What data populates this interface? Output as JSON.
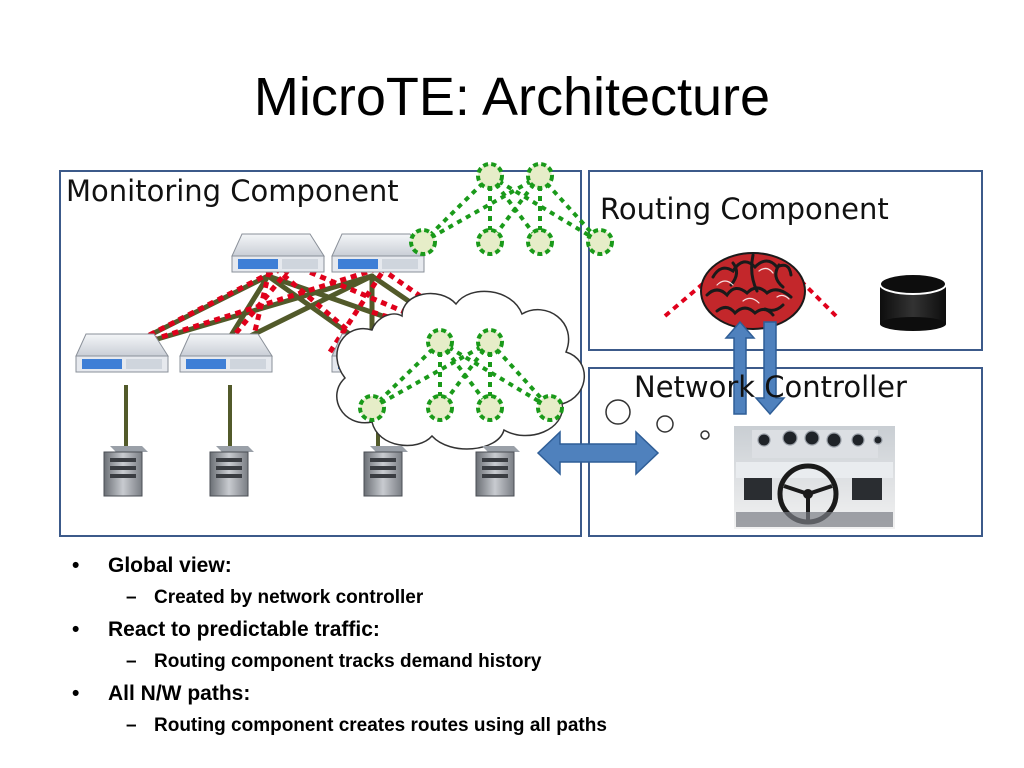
{
  "title": "MicroTE: Architecture",
  "panels": {
    "monitoring": "Monitoring Component",
    "routing": "Routing Component",
    "controller": "Network Controller"
  },
  "bullets": [
    {
      "text": "Global view:",
      "sub": "Created by network controller"
    },
    {
      "text": "React to predictable traffic:",
      "sub": "Routing component tracks demand history"
    },
    {
      "text": "All N/W paths:",
      "sub": "Routing component creates routes using all paths"
    }
  ],
  "colors": {
    "panel_border": "#3c5a8a",
    "red_dotted": "#e0001b",
    "green_dotted": "#1a9a1a",
    "node_fill": "#e6edc8",
    "cable": "#525a2a",
    "arrow_fill": "#4f81bd"
  }
}
